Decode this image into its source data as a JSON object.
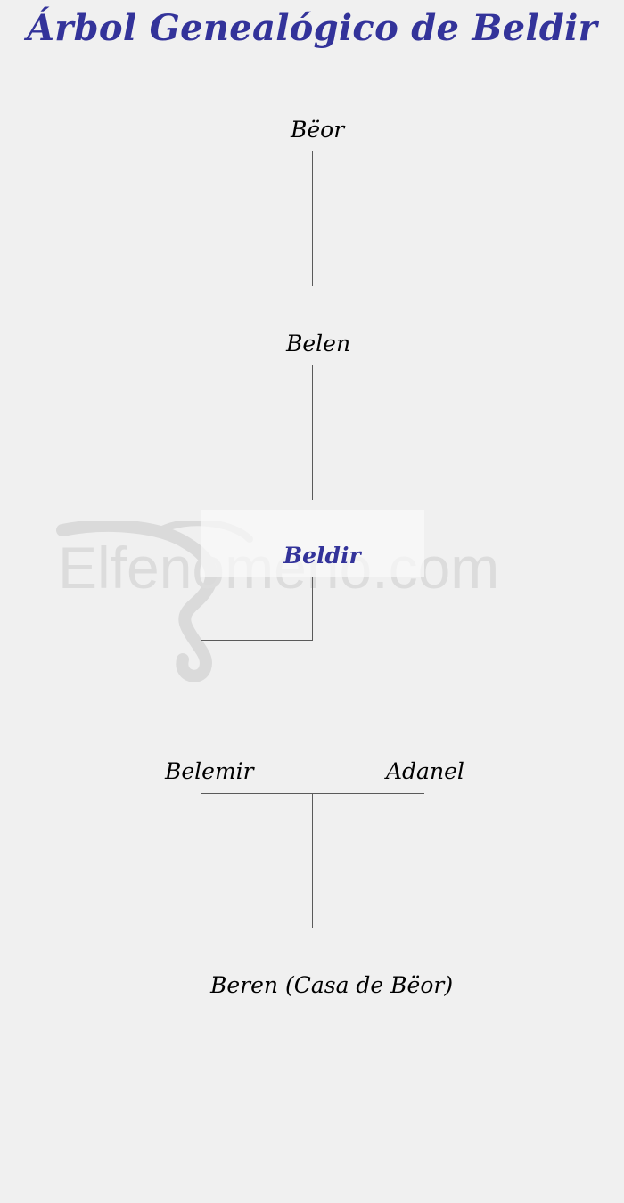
{
  "title": "Árbol Genealógico de Beldir",
  "watermark": {
    "text": "Elfenomeno.com"
  },
  "persons": {
    "beor": "Bëor",
    "belen": "Belen",
    "beldir": "Beldir",
    "belemir": "Belemir",
    "adanel": "Adanel",
    "beren": "Beren (Casa de Bëor)"
  },
  "colors": {
    "title": "#33339a",
    "highlight": "#33339a",
    "text": "#000000",
    "background": "#f0f0f0"
  }
}
